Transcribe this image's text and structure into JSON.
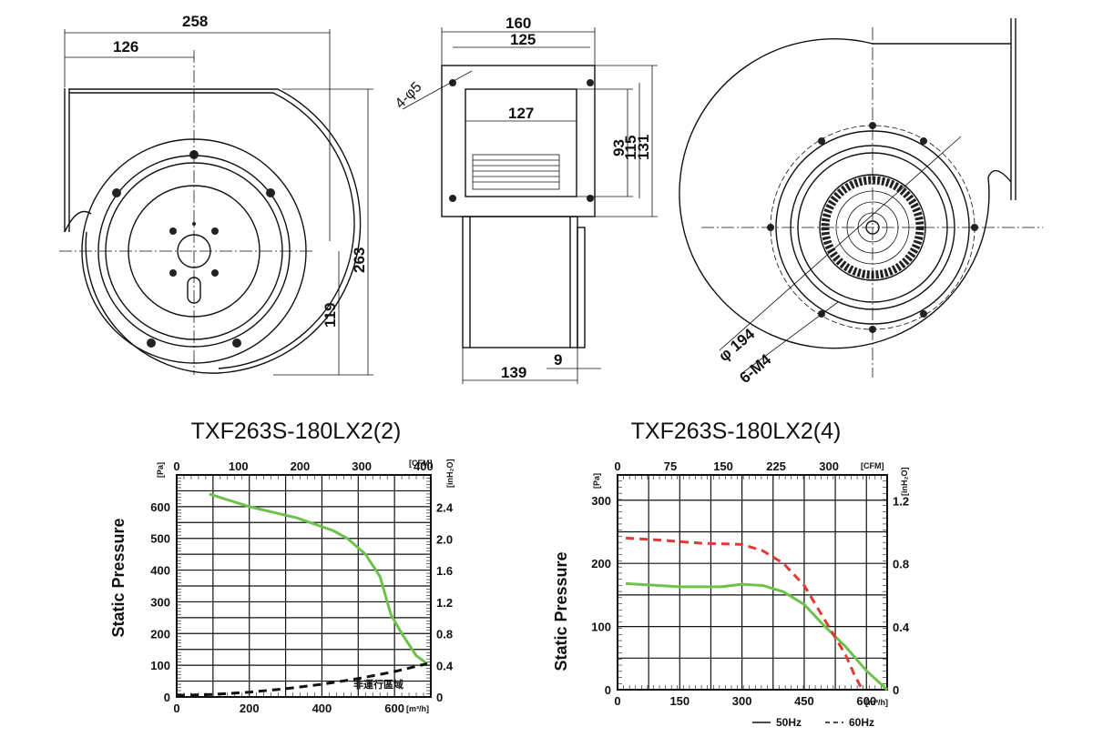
{
  "drawings": {
    "front_view": {
      "width": "258",
      "offset": "126",
      "height": "263",
      "axis_height": "119"
    },
    "side_view": {
      "outer_width": "160",
      "hole_spacing": "125",
      "holes": "4-φ5",
      "opening_width": "127",
      "opening_height": "93",
      "hole_height": "115",
      "flange_height": "131",
      "body_width": "139",
      "stub": "9"
    },
    "rear_view": {
      "diameter": "φ 194",
      "screws": "6-M4"
    }
  },
  "chart_data": [
    {
      "type": "line",
      "title": "TXF263S-180LX2(2)",
      "ylabel": "Static Pressure",
      "y_unit": "[Pa]",
      "y2_unit": "[inH₂O]",
      "x_unit": "[m³/h]",
      "x2_unit": "[CFM]",
      "xlim": [
        0,
        700
      ],
      "ylim": [
        0,
        700
      ],
      "x_ticks": [
        0,
        200,
        400,
        600
      ],
      "y_ticks": [
        0,
        100,
        200,
        300,
        400,
        500,
        600
      ],
      "x2_ticks": [
        0,
        100,
        200,
        300,
        400
      ],
      "y2_ticks": [
        "0",
        "0.4",
        "0.8",
        "1.2",
        "1.6",
        "2.0",
        "2.4"
      ],
      "annotation": "非運行區域",
      "grid": true,
      "series": [
        {
          "color": "#6cc24a",
          "style": "solid",
          "x": [
            90,
            200,
            330,
            430,
            470,
            520,
            560,
            590,
            620,
            660,
            690
          ],
          "y": [
            640,
            600,
            565,
            525,
            500,
            450,
            380,
            260,
            200,
            130,
            105
          ]
        },
        {
          "color": "#111111",
          "style": "dashed",
          "x": [
            0,
            100,
            200,
            300,
            400,
            500,
            600,
            690
          ],
          "y": [
            5,
            8,
            15,
            26,
            40,
            58,
            80,
            105
          ]
        }
      ]
    },
    {
      "type": "line",
      "title": "TXF263S-180LX2(4)",
      "ylabel": "Static Pressure",
      "y_unit": "[Pa]",
      "y2_unit": "[inH₂O]",
      "x_unit": "[m³/h]",
      "x2_unit": "[CFM]",
      "xlim": [
        0,
        650
      ],
      "ylim": [
        0,
        340
      ],
      "x_ticks": [
        0,
        150,
        300,
        450,
        600
      ],
      "y_ticks": [
        0,
        100,
        200,
        300
      ],
      "x2_ticks": [
        0,
        75,
        150,
        225,
        300
      ],
      "y2_ticks": [
        "0",
        "0.4",
        "0.8",
        "1.2"
      ],
      "grid": true,
      "legend": "bottom-right",
      "series": [
        {
          "name": "50Hz",
          "color": "#6cc24a",
          "style": "solid",
          "x": [
            20,
            150,
            250,
            300,
            350,
            400,
            450,
            500,
            550,
            600,
            650
          ],
          "y": [
            168,
            163,
            163,
            167,
            165,
            155,
            135,
            100,
            68,
            30,
            0
          ]
        },
        {
          "name": "60Hz",
          "color": "#e23b36",
          "style": "dashed",
          "x": [
            20,
            100,
            200,
            300,
            350,
            400,
            450,
            500,
            550,
            570,
            590
          ],
          "y": [
            240,
            237,
            232,
            230,
            220,
            200,
            165,
            110,
            55,
            25,
            0
          ]
        }
      ]
    }
  ]
}
